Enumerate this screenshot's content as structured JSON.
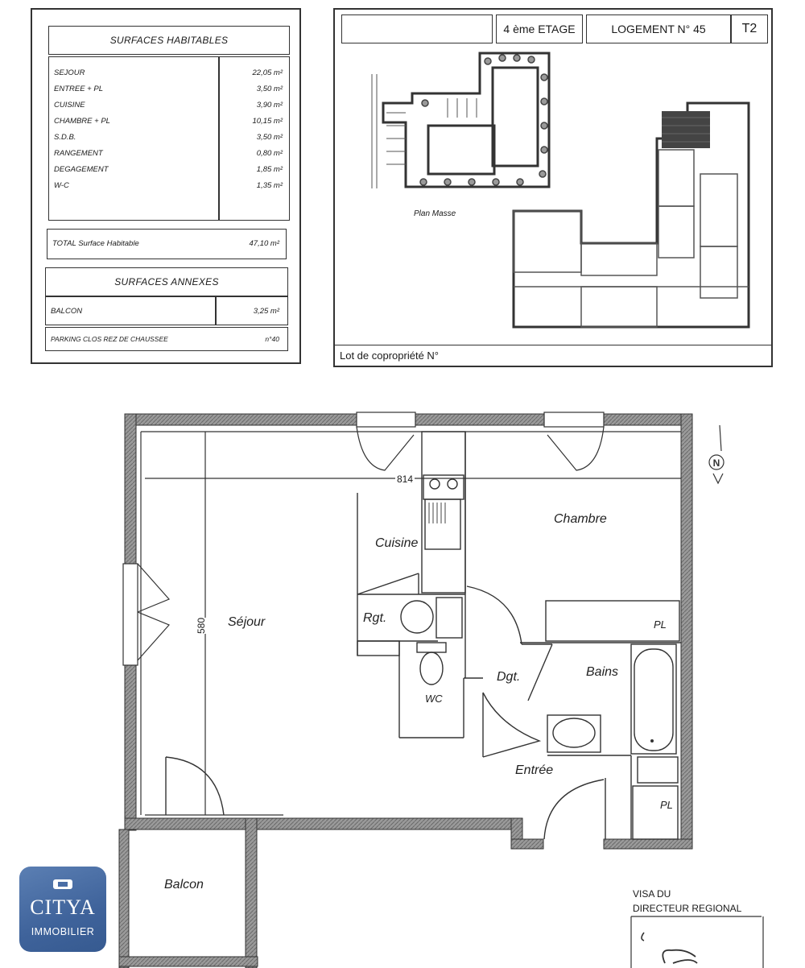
{
  "surfaces": {
    "title": "SURFACES HABITABLES",
    "rows": [
      {
        "label": "SEJOUR",
        "value": "22,05 m²"
      },
      {
        "label": "ENTREE + PL",
        "value": "3,50 m²"
      },
      {
        "label": "CUISINE",
        "value": "3,90 m²"
      },
      {
        "label": "CHAMBRE + PL",
        "value": "10,15 m²"
      },
      {
        "label": "S.D.B.",
        "value": "3,50 m²"
      },
      {
        "label": "RANGEMENT",
        "value": "0,80 m²"
      },
      {
        "label": "DEGAGEMENT",
        "value": "1,85 m²"
      },
      {
        "label": "W-C",
        "value": "1,35 m²"
      }
    ],
    "total_label": "TOTAL Surface Habitable",
    "total_value": "47,10 m²"
  },
  "annexes": {
    "title": "SURFACES ANNEXES",
    "balcon_label": "BALCON",
    "balcon_value": "3,25 m²",
    "parking_label": "PARKING CLOS REZ DE CHAUSSEE",
    "parking_value": "n°40"
  },
  "header": {
    "floor": "4 ème ETAGE",
    "logement": "LOGEMENT N° 45",
    "type": "T2"
  },
  "plan_masse": {
    "label": "Plan Masse",
    "lot": "Lot de copropriété N°"
  },
  "plan": {
    "dim_width": "814",
    "dim_height": "580",
    "rooms": {
      "sejour": "Séjour",
      "chambre": "Chambre",
      "cuisine": "Cuisine",
      "rgt": "Rgt.",
      "wc": "WC",
      "dgt": "Dgt.",
      "bains": "Bains",
      "entree": "Entrée",
      "pl1": "PL",
      "pl2": "PL",
      "balcon": "Balcon"
    },
    "compass": "N"
  },
  "visa": {
    "line1": "VISA DU",
    "line2": "DIRECTEUR REGIONAL"
  },
  "logo": {
    "brand": "CITYA",
    "sub": "IMMOBILIER"
  }
}
